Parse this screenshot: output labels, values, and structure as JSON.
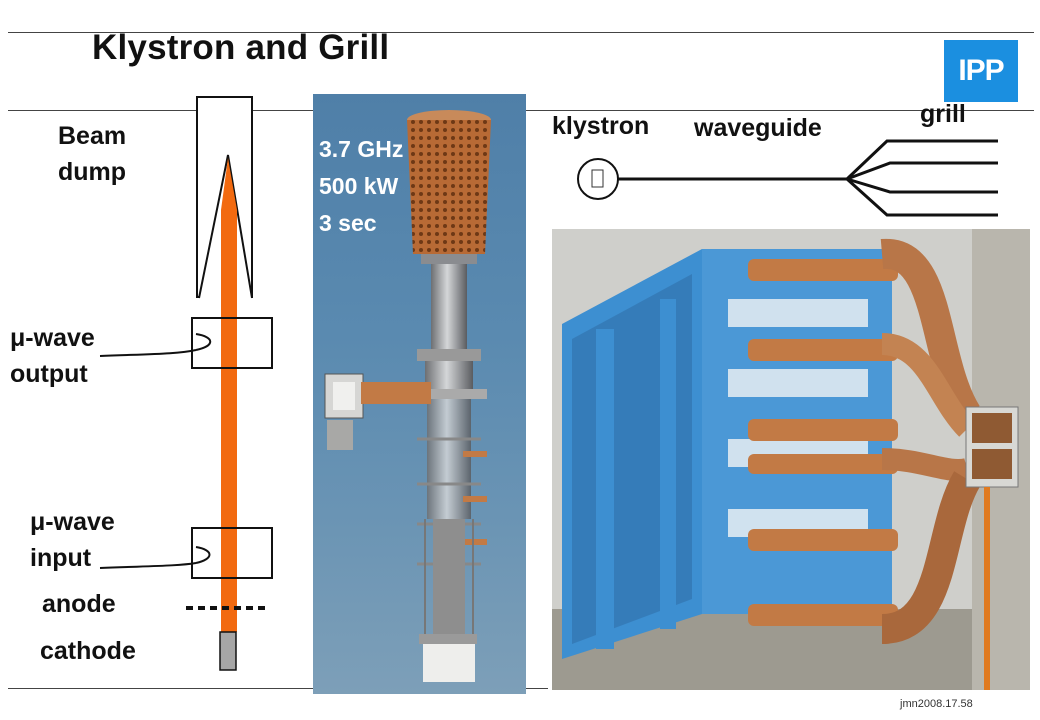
{
  "slide": {
    "title": "Klystron and Grill",
    "logo_text": "IPP",
    "footer_code": "jmn2008.17.58"
  },
  "diagram_labels": {
    "beam_dump": [
      "Beam",
      "dump"
    ],
    "microwave_output": [
      "μ-wave",
      "output"
    ],
    "microwave_input": [
      "μ-wave",
      "input"
    ],
    "anode": "anode",
    "cathode": "cathode"
  },
  "klystron_specs": [
    "3.7 GHz",
    "500 kW",
    "3 sec"
  ],
  "schematic_labels": {
    "klystron": "klystron",
    "waveguide": "waveguide",
    "grill": "grill"
  },
  "colors": {
    "beam": "#f26a10",
    "logo_blue": "#1b8fe0",
    "frame_blue": "#3d8fd1",
    "copper": "#c27a45"
  }
}
